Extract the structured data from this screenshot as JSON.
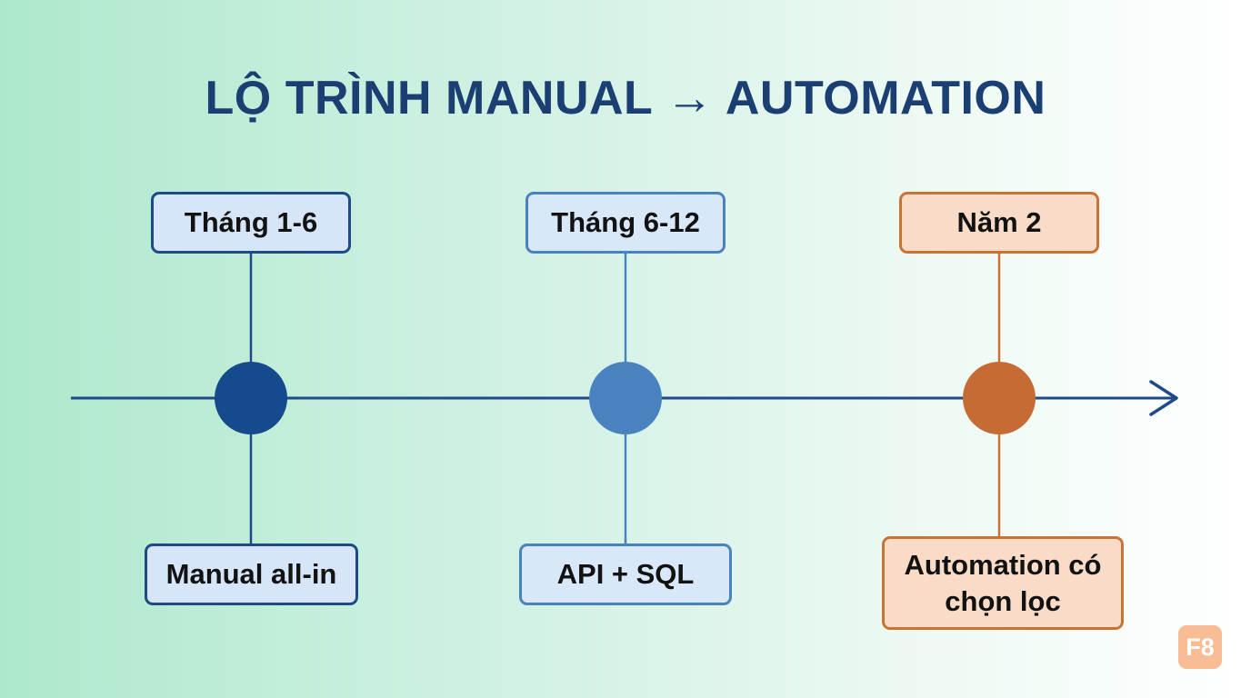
{
  "title": "LỘ TRÌNH MANUAL → AUTOMATION",
  "milestones": [
    {
      "period": "Tháng 1-6",
      "description": "Manual all-in",
      "color": "#154a8c"
    },
    {
      "period": "Tháng 6-12",
      "description": "API + SQL",
      "color": "#4a82bf"
    },
    {
      "period": "Năm 2",
      "description": "Automation có chọn lọc",
      "color": "#c66b34"
    }
  ],
  "timeline_color": "#1e4a87",
  "badge": {
    "label": "F8",
    "color": "#f8bd95"
  }
}
